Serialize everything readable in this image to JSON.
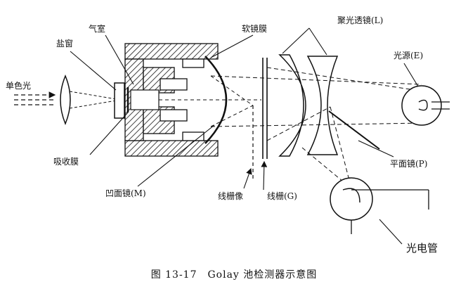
{
  "caption": "图 13-17　Golay 池检测器示意图",
  "labels": {
    "monochromatic_light": "单色光",
    "salt_window": "盐窗",
    "gas_chamber": "气室",
    "flexible_mirror_film": "软镜膜",
    "condenser_lens": "聚光透镜(L)",
    "light_source": "光源(E)",
    "plane_mirror": "平面镜(P)",
    "grid_image": "线栅像",
    "line_grid": "线栅(G)",
    "concave_mirror": "凹面镜(M)",
    "absorbing_film": "吸收膜",
    "phototube": "光电管"
  }
}
